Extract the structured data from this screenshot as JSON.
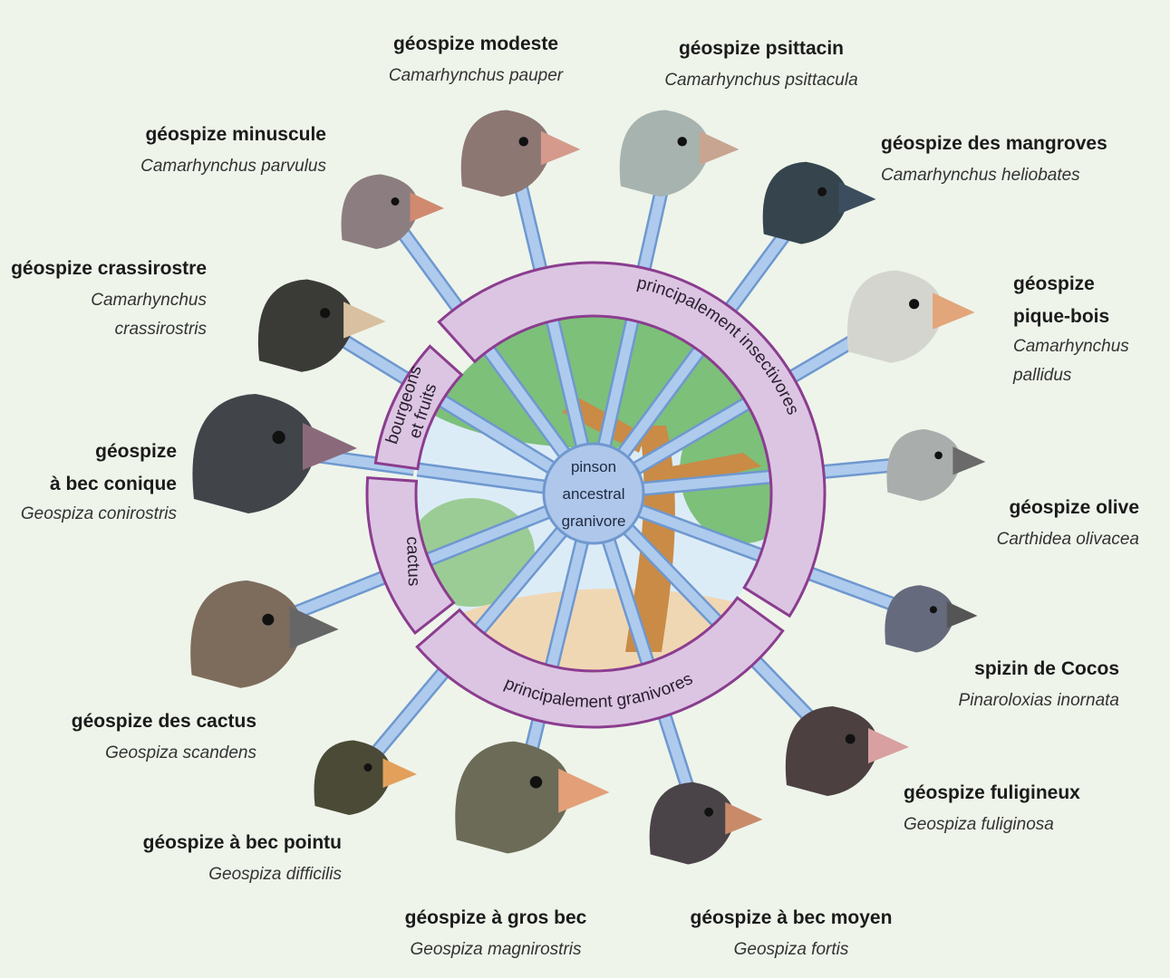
{
  "center": {
    "lines": [
      "pinson",
      "ancestral",
      "granivore"
    ]
  },
  "diet_groups": {
    "insectivores": "principalement insectivores",
    "granivores": "principalement granivores",
    "cactus": "cactus",
    "buds_fruits": [
      "bourgeons",
      "et fruits"
    ]
  },
  "colors": {
    "ring_fill": "#dcc5e2",
    "ring_stroke": "#8b3d8f",
    "branch": "#aecbee",
    "branch_edge": "#6f98cf"
  },
  "birds": [
    {
      "common": [
        "géospize modeste"
      ],
      "latin": [
        "Camarhynchus pauper"
      ]
    },
    {
      "common": [
        "géospize psittacin"
      ],
      "latin": [
        "Camarhynchus psittacula"
      ]
    },
    {
      "common": [
        "géospize des mangroves"
      ],
      "latin": [
        "Camarhynchus heliobates"
      ]
    },
    {
      "common": [
        "géospize",
        "pique-bois"
      ],
      "latin": [
        "Camarhynchus",
        "pallidus"
      ]
    },
    {
      "common": [
        "géospize olive"
      ],
      "latin": [
        "Carthidea olivacea"
      ]
    },
    {
      "common": [
        "spizin de Cocos"
      ],
      "latin": [
        "Pinaroloxias inornata"
      ]
    },
    {
      "common": [
        "géospize fuligineux"
      ],
      "latin": [
        "Geospiza fuliginosa"
      ]
    },
    {
      "common": [
        "géospize à bec moyen"
      ],
      "latin": [
        "Geospiza fortis"
      ]
    },
    {
      "common": [
        "géospize à gros bec"
      ],
      "latin": [
        "Geospiza magnirostris"
      ]
    },
    {
      "common": [
        "géospize à bec pointu"
      ],
      "latin": [
        "Geospiza difficilis"
      ]
    },
    {
      "common": [
        "géospize des cactus"
      ],
      "latin": [
        "Geospiza scandens"
      ]
    },
    {
      "common": [
        "géospize",
        "à bec conique"
      ],
      "latin": [
        "Geospiza conirostris"
      ]
    },
    {
      "common": [
        "géospize crassirostre"
      ],
      "latin": [
        "Camarhynchus",
        "crassirostris"
      ]
    },
    {
      "common": [
        "géospize minuscule"
      ],
      "latin": [
        "Camarhynchus parvulus"
      ]
    }
  ]
}
